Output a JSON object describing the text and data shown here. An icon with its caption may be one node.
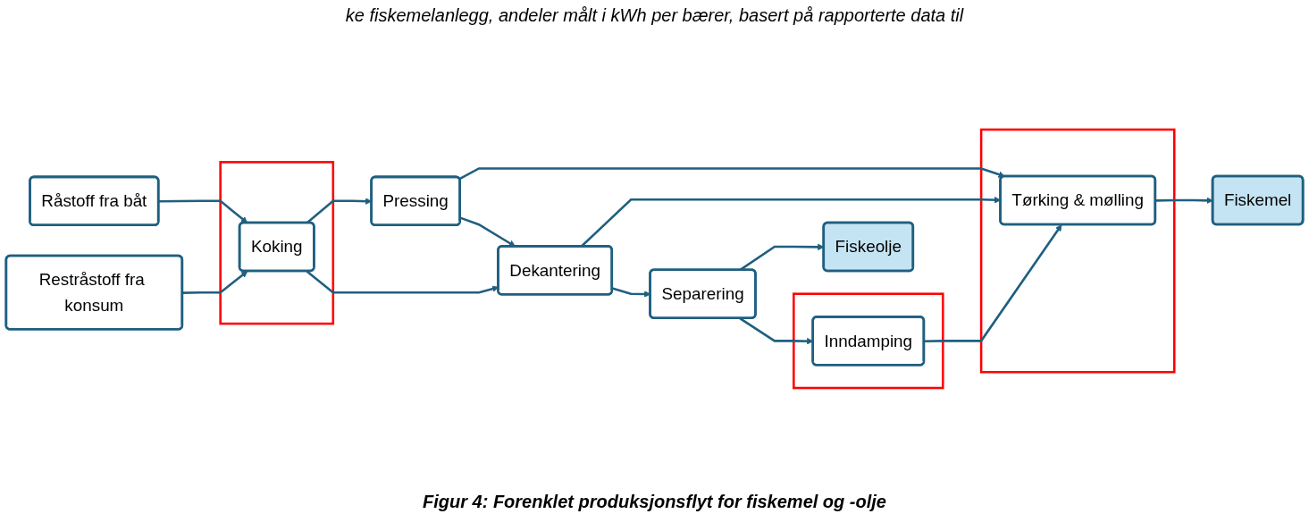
{
  "diagram": {
    "caption": "Figur 4: Forenklet produksjonsflyt for fiskemel og -olje",
    "nodes": [
      {
        "text": [
          "Fiskemel"
        ]
      },
      {
        "text": [],
        "shape": "box"
      },
      {
        "text": [
          "Tørking & mølling"
        ],
        "in": 1
      },
      {
        "text": [
          "Råstoff fra båt"
        ]
      },
      {
        "text": [],
        "shape": "box"
      },
      {
        "text": [
          "Koking"
        ],
        "in": 4
      },
      {
        "text": [
          "Pressing"
        ]
      },
      {
        "text": [
          "Restråstoff fra konsum"
        ]
      },
      {
        "text": [
          "Dekantering"
        ]
      },
      {
        "text": [
          "Fiskeolje"
        ]
      },
      {
        "text": [
          "Separering"
        ]
      },
      {
        "text": [],
        "shape": "box"
      },
      {
        "text": [
          "Inndamping"
        ],
        "in": 11
      }
    ],
    "edges": [
      {
        "from": 3,
        "to": 5,
        "arrow": "to"
      },
      {
        "from": 7,
        "to": 5,
        "arrow": "to"
      },
      {
        "from": 5,
        "to": 6,
        "arrow": "to"
      },
      {
        "from": 5,
        "to": 8,
        "arrow": "to"
      },
      {
        "from": 6,
        "to": 2,
        "arrow": "to"
      },
      {
        "from": 2,
        "to": 0,
        "arrow": "to"
      },
      {
        "from": 6,
        "to": 8,
        "arrow": "to"
      },
      {
        "from": 8,
        "to": 2,
        "arrow": "to"
      },
      {
        "from": 12,
        "to": 2,
        "arrow": "to"
      },
      {
        "from": 8,
        "to": 10,
        "arrow": "to"
      },
      {
        "from": 10,
        "to": 9,
        "arrow": "to"
      },
      {
        "from": 10,
        "to": 12,
        "arrow": "to"
      }
    ],
    "labels": [
      "ke fiskemelanlegg, andeler målt i kWh per bærer, basert på rapporterte data til"
    ]
  }
}
